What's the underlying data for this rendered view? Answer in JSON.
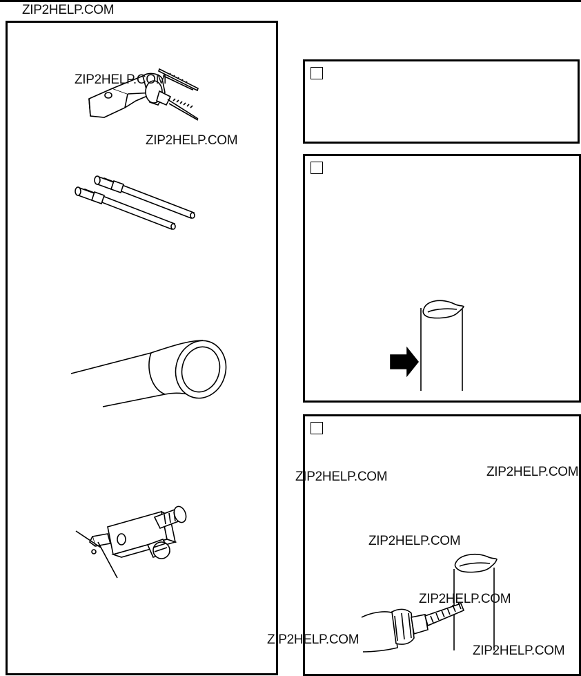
{
  "watermarks": [
    "ZIP2HELP.COM",
    "ZIP2HELP.COM",
    "ZIP2HELP.COM",
    "ZIP2HELP.COM",
    "ZIP2HELP.COM",
    "ZIP2HELP.COM",
    "ZIP2HELP.COM",
    "ZIP2HELP.COM",
    "ZIP2HELP.COM"
  ],
  "tools_panel": {
    "illustrations": [
      "angle-drill-icon",
      "pipe-extension-rods-icon",
      "pipe-end-icon",
      "tee-valve-icon"
    ]
  },
  "steps": [
    {
      "checkbox": "unchecked",
      "illustration": "none"
    },
    {
      "checkbox": "unchecked",
      "illustration": "pipe-arrow-icon"
    },
    {
      "checkbox": "unchecked",
      "illustration": "drill-into-pipe-icon"
    }
  ]
}
